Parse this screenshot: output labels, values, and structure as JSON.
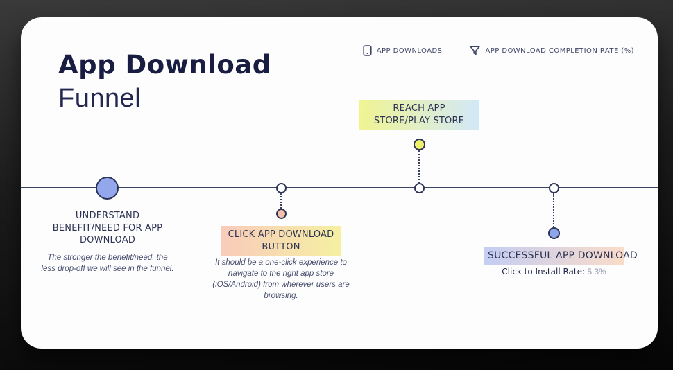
{
  "title": {
    "line1": "App Download",
    "line2": "Funnel"
  },
  "legend": {
    "items": [
      {
        "icon": "smartphone-icon",
        "label": "APP DOWNLOADS"
      },
      {
        "icon": "funnel-icon",
        "label": "APP DOWNLOAD COMPLETION RATE (%)"
      }
    ]
  },
  "funnel": {
    "stages": [
      {
        "title": "UNDERSTAND BENEFIT/NEED FOR APP DOWNLOAD",
        "description": "The stronger the benefit/need, the less drop-off we will see in the funnel.",
        "marker_color": "#93a7ec"
      },
      {
        "title": "CLICK APP DOWNLOAD BUTTON",
        "description": "It should be a one-click experience to navigate to the right app store (iOS/Android) from wherever users are browsing.",
        "marker_color": "#f5c0ab",
        "highlight_from": "#f8cbbb",
        "highlight_to": "#f6f0a2"
      },
      {
        "title": "REACH APP STORE/PLAY STORE",
        "marker_color": "#eef06a",
        "highlight_from": "#f0f493",
        "highlight_to": "#d3e8f8"
      },
      {
        "title": "SUCCESSFUL APP DOWNLOAD",
        "stat_label": "Click to Install Rate:",
        "stat_value": "5.3%",
        "marker_color": "#8fa5e9",
        "highlight_from": "#c4cdf3",
        "highlight_to": "#fadcc9"
      }
    ]
  },
  "colors": {
    "accent_navy": "#191d42",
    "timeline_line": "#3d4363"
  }
}
